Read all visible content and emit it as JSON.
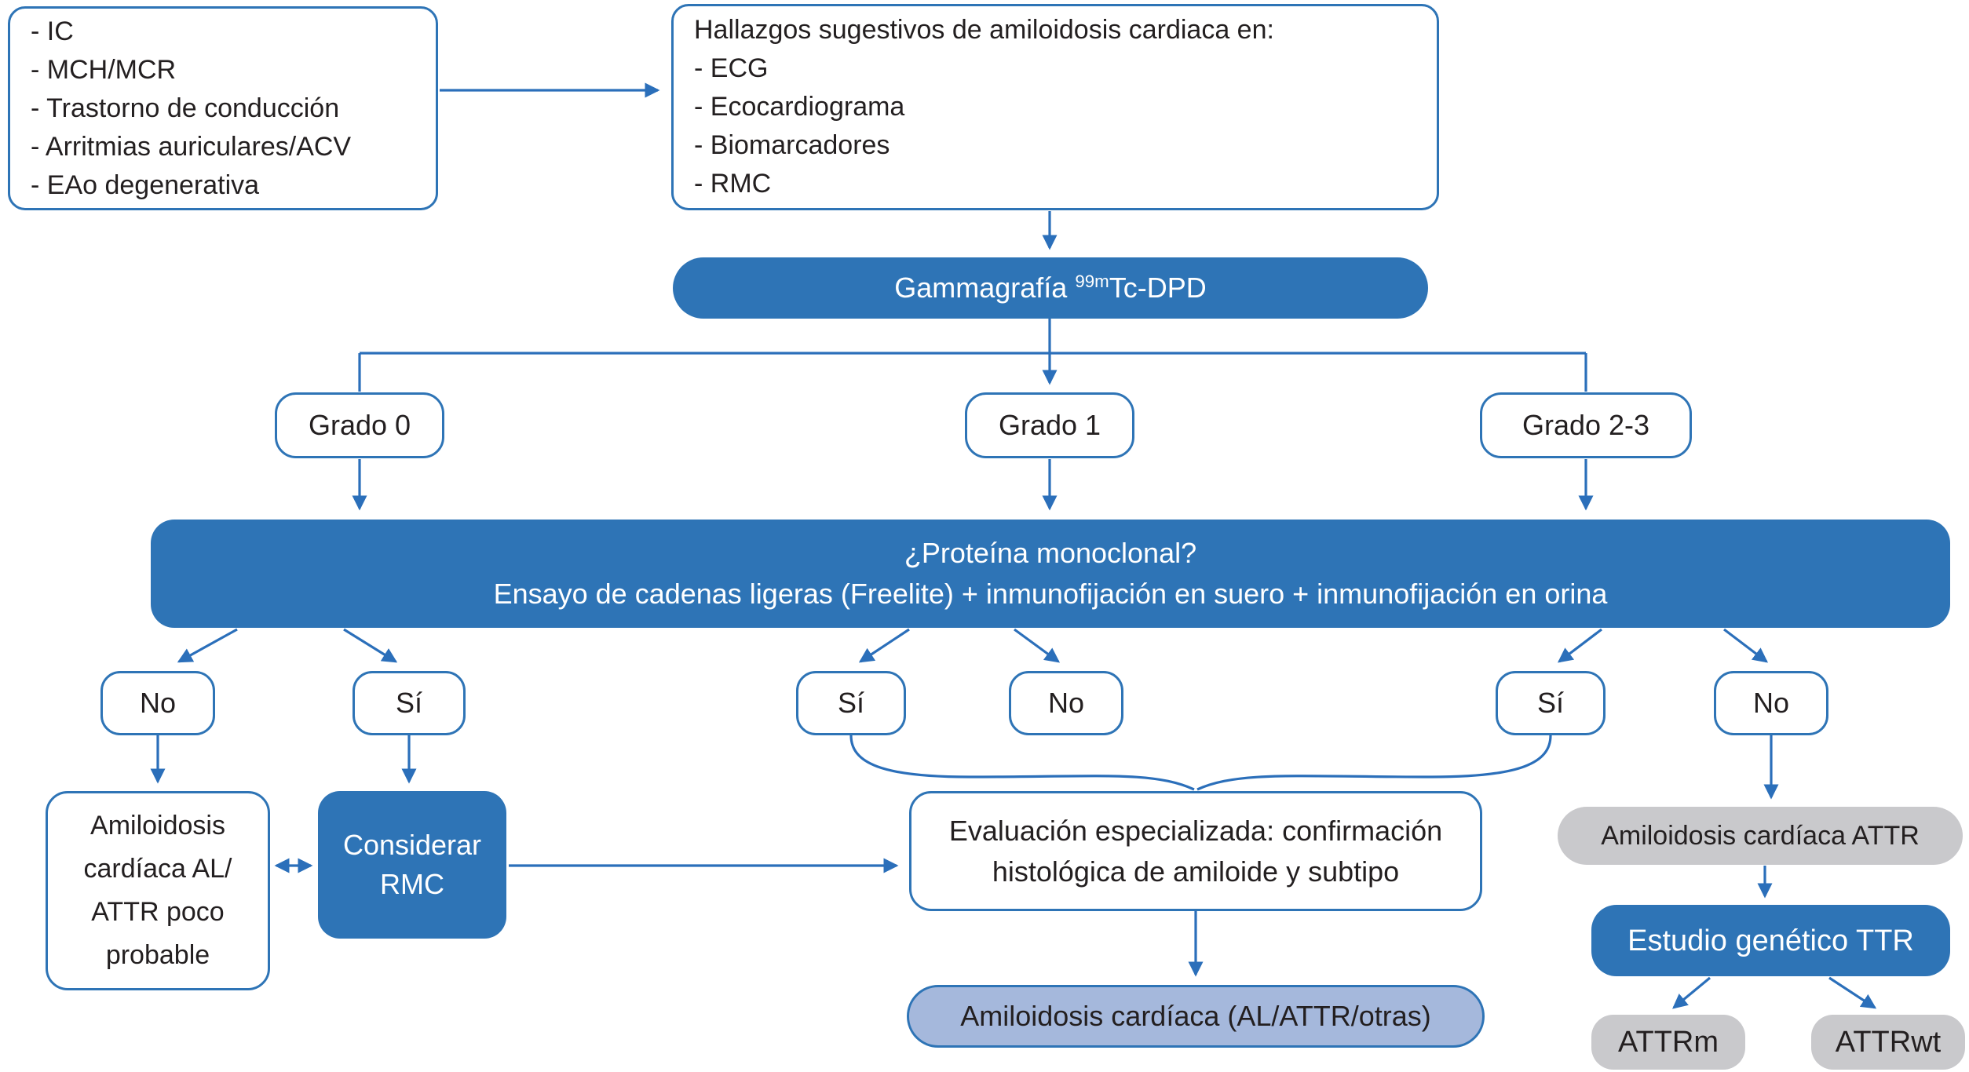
{
  "palette": {
    "blue": "#2E74B6",
    "light_blue": "#A5B8DC",
    "gray": "#C9C9CC",
    "line_blue": "#2B6FBA",
    "text_dark": "#231F20",
    "white": "#FFFFFF"
  },
  "nodes": {
    "red_flags": {
      "lines": [
        "- IC",
        "- MCH/MCR",
        "- Trastorno de conducción",
        "- Arritmias auriculares/ACV",
        "- EAo degenerativa"
      ]
    },
    "suggestive_findings": {
      "lines": [
        "Hallazgos sugestivos de amiloidosis cardiaca en:",
        "- ECG",
        "- Ecocardiograma",
        "- Biomarcadores",
        "- RMC"
      ]
    },
    "scintigraphy": {
      "prefix": "Gammagrafía ",
      "superscript": "99m",
      "suffix": "Tc-DPD"
    },
    "grade0": {
      "label": "Grado 0"
    },
    "grade1": {
      "label": "Grado 1"
    },
    "grade23": {
      "label": "Grado 2-3"
    },
    "protein_question": {
      "line1": "¿Proteína monoclonal?",
      "line2": "Ensayo de cadenas ligeras (Freelite) + inmunofijación en suero + inmunofijación en orina"
    },
    "g0_no": {
      "label": "No"
    },
    "g0_si": {
      "label": "Sí"
    },
    "g1_si": {
      "label": "Sí"
    },
    "g1_no": {
      "label": "No"
    },
    "g23_si": {
      "label": "Sí"
    },
    "g23_no": {
      "label": "No"
    },
    "al_attr_unlikely": {
      "lines": [
        "Amiloidosis",
        "cardíaca AL/",
        "ATTR poco",
        "probable"
      ]
    },
    "consider_cmr": {
      "lines": [
        "Considerar",
        "RMC"
      ]
    },
    "specialized_evaluation": {
      "lines": [
        "Evaluación especializada: confirmación",
        "histológica de amiloide y subtipo"
      ]
    },
    "cardiac_amyloidosis_any": {
      "label": "Amiloidosis cardíaca (AL/ATTR/otras)"
    },
    "cardiac_amyloidosis_attr": {
      "label": "Amiloidosis cardíaca ATTR"
    },
    "ttr_genetic_study": {
      "label": "Estudio genético TTR"
    },
    "attrm": {
      "label": "ATTRm"
    },
    "attrwt": {
      "label": "ATTRwt"
    }
  }
}
